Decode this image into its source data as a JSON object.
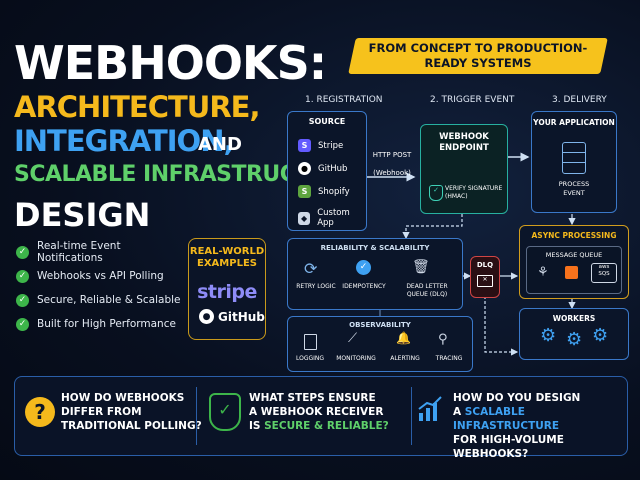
{
  "title": {
    "line1": "WEBHOOKS:",
    "line2": "ARCHITECTURE,",
    "line3a": "INTEGRATION,",
    "line3b": "AND",
    "line4": "SCALABLE INFRASTRUCTURE",
    "line5": "DESIGN"
  },
  "features": [
    "Real-time Event Notifications",
    "Webhooks vs API Polling",
    "Secure, Reliable & Scalable",
    "Built for High Performance"
  ],
  "real_world": {
    "title": "REAL-WORLD EXAMPLES",
    "stripe": "stripe",
    "github": "GitHub"
  },
  "banner": "FROM CONCEPT TO PRODUCTION-READY SYSTEMS",
  "stages": {
    "s1": "1. REGISTRATION",
    "s2": "2. TRIGGER EVENT",
    "s3": "3. DELIVERY"
  },
  "source": {
    "title": "SOURCE",
    "items": [
      "Stripe",
      "GitHub",
      "Shopify",
      "Custom App"
    ]
  },
  "http_post": {
    "line1": "HTTP POST",
    "line2": "(Webhook)"
  },
  "endpoint": {
    "title": "WEBHOOK ENDPOINT",
    "verify1": "VERIFY SIGNATURE",
    "verify2": "(HMAC)"
  },
  "your_app": {
    "title": "YOUR APPLICATION",
    "sub": "PROCESS EVENT"
  },
  "reliability": {
    "title": "RELIABILITY & SCALABILITY",
    "items": [
      "RETRY LOGIC",
      "IDEMPOTENCY",
      "DEAD LETTER QUEUE (DLQ)"
    ]
  },
  "dlq": "DLQ",
  "async": {
    "title": "ASYNC PROCESSING",
    "mq": "MESSAGE QUEUE",
    "aws": "aws",
    "sqs": "SQS"
  },
  "workers": "WORKERS",
  "observability": {
    "title": "OBSERVABILITY",
    "items": [
      "LOGGING",
      "MONITORING",
      "ALERTING",
      "TRACING"
    ]
  },
  "questions": [
    {
      "text1": "HOW DO WEBHOOKS",
      "text2": "DIFFER FROM",
      "text3": "TRADITIONAL POLLING?"
    },
    {
      "text1": "WHAT STEPS ENSURE",
      "text2": "A WEBHOOK RECEIVER",
      "text3a": "IS ",
      "text3b": "SECURE & RELIABLE?"
    },
    {
      "text1": "HOW DO YOU DESIGN",
      "text2a": "A ",
      "text2b": "SCALABLE INFRASTRUCTURE",
      "text3": "FOR HIGH-VOLUME WEBHOOKS?"
    }
  ],
  "colors": {
    "gold": "#f5b91c",
    "blue": "#3ea1f2",
    "green": "#5fd06a",
    "bg": "#070d1a"
  }
}
